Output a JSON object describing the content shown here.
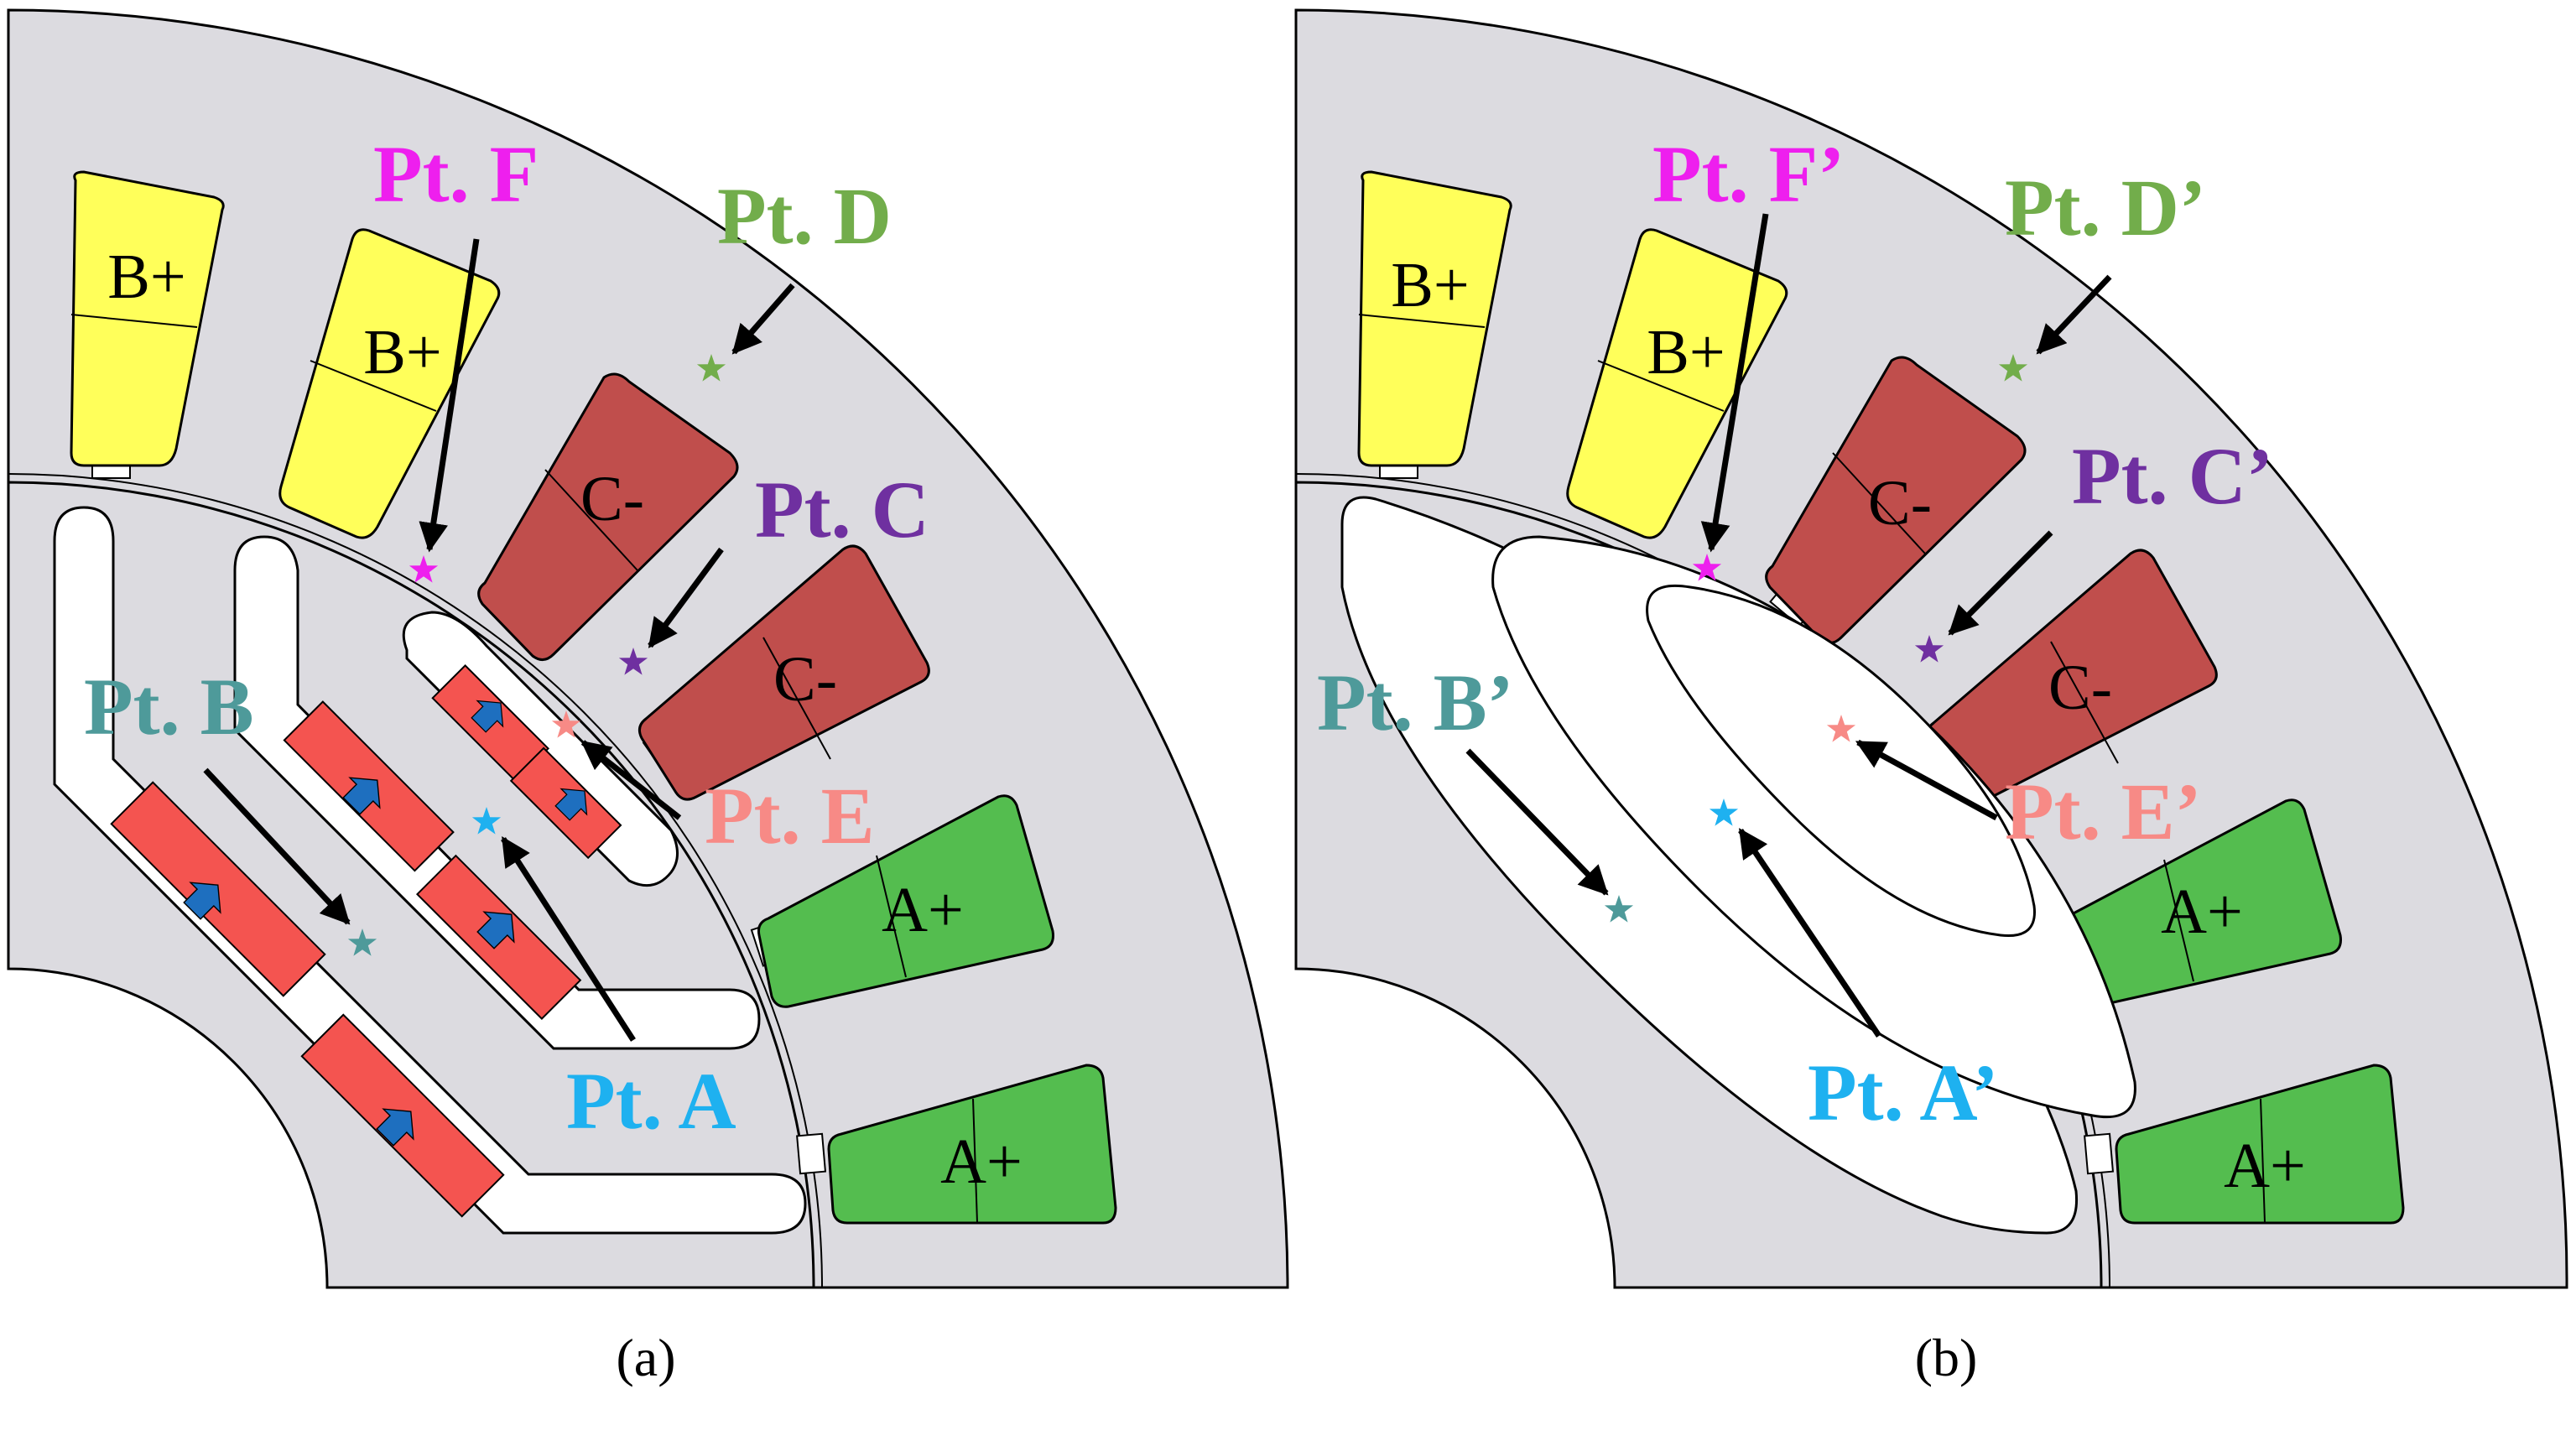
{
  "colors": {
    "background": "#ffffff",
    "stator": "#dcdbe0",
    "rotor": "#dcdbe0",
    "phase_a": "#54bd4f",
    "phase_b": "#ffff5a",
    "phase_c": "#c04e4c",
    "magnet": "#f45450",
    "magnet_arrow": "#1e6fbf",
    "pt_a": "#1eb1f0",
    "pt_b": "#4e9a9a",
    "pt_c": "#6f30a0",
    "pt_d": "#72ad4b",
    "pt_e": "#f78a86",
    "pt_f": "#ee1fee"
  },
  "panels": [
    {
      "caption": "(a)",
      "coils": [
        "B+",
        "B+",
        "C-",
        "C-",
        "A+",
        "A+"
      ],
      "points": {
        "a": "Pt. A",
        "b": "Pt. B",
        "c": "Pt. C",
        "d": "Pt. D",
        "e": "Pt. E",
        "f": "Pt. F"
      }
    },
    {
      "caption": "(b)",
      "coils": [
        "B+",
        "B+",
        "C-",
        "C-",
        "A+",
        "A+"
      ],
      "points": {
        "a": "Pt. A’",
        "b": "Pt. B’",
        "c": "Pt. C’",
        "d": "Pt. D’",
        "e": "Pt. E’",
        "f": "Pt. F’"
      }
    }
  ]
}
